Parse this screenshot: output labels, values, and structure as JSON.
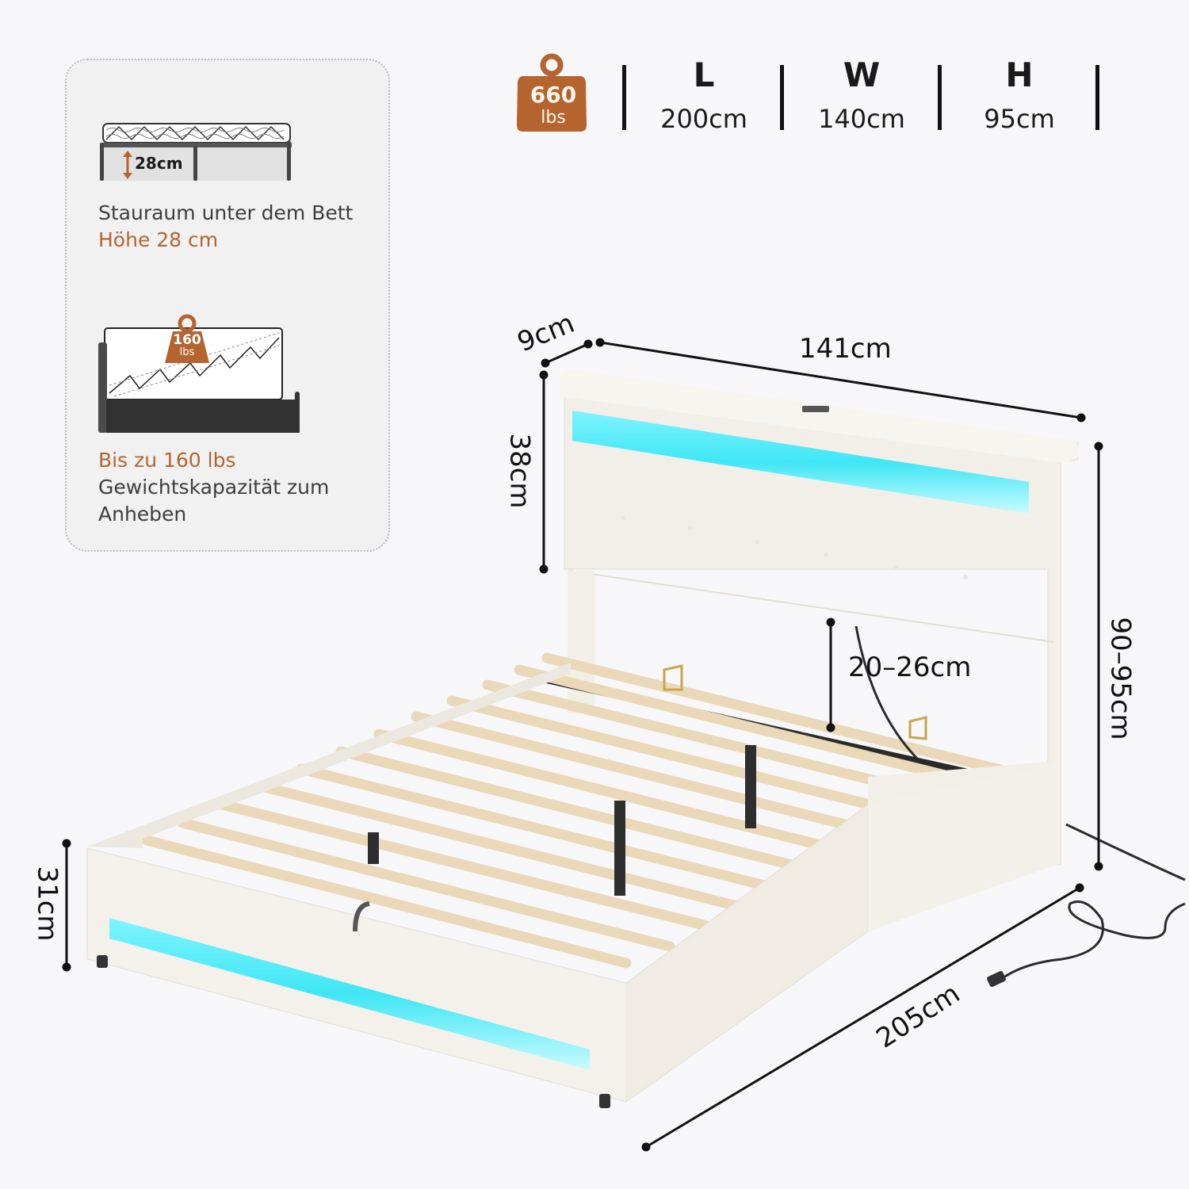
{
  "specs": {
    "weight_badge": {
      "value": "660",
      "unit": "lbs",
      "color": "#b5642f"
    },
    "items": [
      {
        "key": "L",
        "value": "200cm"
      },
      {
        "key": "W",
        "value": "140cm"
      },
      {
        "key": "H",
        "value": "95cm"
      }
    ]
  },
  "features": [
    {
      "icon": "storage-height-icon",
      "icon_label": "28cm",
      "line1": "Stauraum unter dem Bett",
      "line2": "Höhe 28 cm"
    },
    {
      "icon": "lift-weight-icon",
      "badge_value": "160",
      "badge_unit": "lbs",
      "line1": "Bis zu 160 lbs",
      "line2": "Gewichtskapazität zum",
      "line3": "Anheben"
    }
  ],
  "dimensions": {
    "headboard_depth": "9cm",
    "headboard_width": "141cm",
    "headboard_height": "38cm",
    "headboard_gap": "20–26cm",
    "total_height": "90–95cm",
    "frame_height": "31cm",
    "frame_length": "205cm"
  },
  "colors": {
    "accent": "#b5642f",
    "led": "#3fe6f5",
    "upholstery": "#f2efe8",
    "slat": "#ead9b8",
    "frame_metal": "#2a2a2a"
  }
}
